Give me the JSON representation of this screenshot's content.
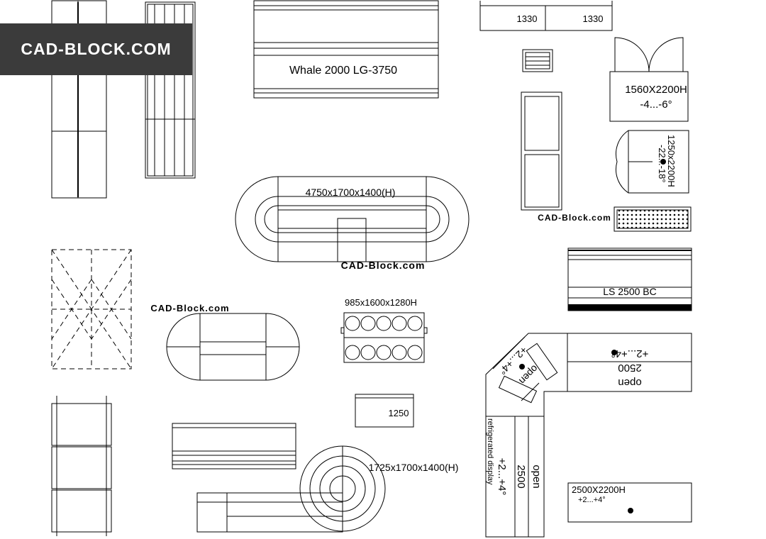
{
  "watermark": {
    "site": "CAD-Block.com",
    "banner": "CAD-BLOCK.COM"
  },
  "labels": {
    "whale": "Whale 2000 LG-3750",
    "island_oval": "4750x1700x1400(H)",
    "round_combo": "1725x1700x1400(H)",
    "basket_rack": "985x1600x1280H",
    "small_1250": "1250",
    "pair_left": "1330",
    "pair_right": "1330",
    "cabinet_size": "1560X2200H",
    "cabinet_temp": "-4...-6°",
    "freezer_size": "1250x2200H",
    "freezer_temp": "-22...-18°",
    "ls": "LS 2500 BC",
    "corner_h_temp": "+2...+4°",
    "corner_h_len": "2500",
    "corner_h_open": "open",
    "corner_diag_temp": "+2...+4°",
    "corner_diag_open": "open",
    "corner_v_caption": "refrigerated display",
    "corner_v_temp": "+2...+4°",
    "corner_v_len": "2500",
    "corner_v_open": "open",
    "bottom_size": "2500X2200H",
    "bottom_temp": "+2...+4°"
  },
  "colors": {
    "line": "#000000",
    "watermark_bg": "#3b3b3b",
    "watermark_text": "#ffffff",
    "background": "#ffffff"
  }
}
